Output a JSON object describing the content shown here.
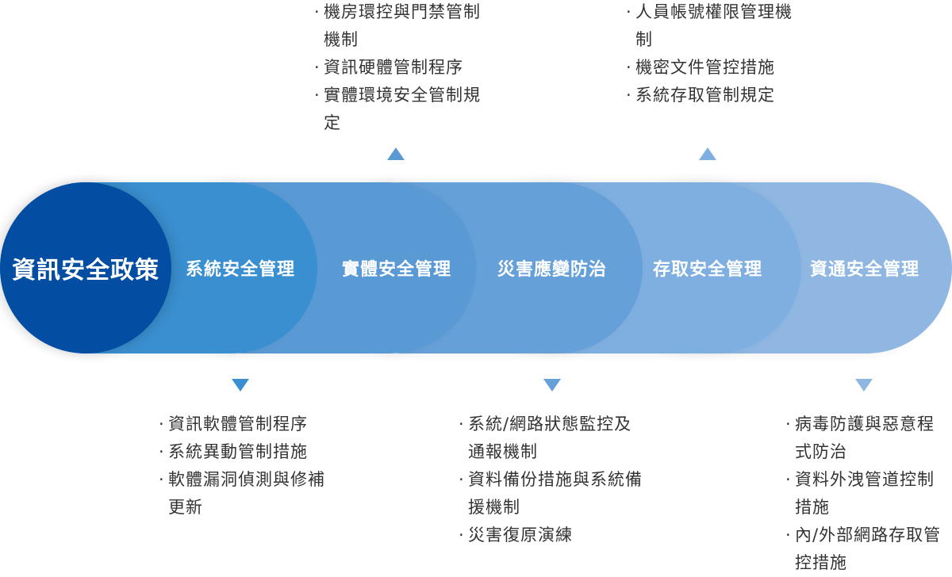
{
  "policy": {
    "label": "資訊安全政策"
  },
  "stages": [
    {
      "label": "系統安全管理",
      "color": "#3a8fd0"
    },
    {
      "label": "實體安全管理",
      "color": "#5a9ad4"
    },
    {
      "label": "災害應變防治",
      "color": "#66a0d8"
    },
    {
      "label": "存取安全管理",
      "color": "#7fafe0"
    },
    {
      "label": "資通安全管理",
      "color": "#8fb7e2"
    }
  ],
  "policy_color": "#034ea2",
  "lists": {
    "system": [
      "資訊軟體管制程序",
      "系統異動管制措施",
      "軟體漏洞偵測與修補更新"
    ],
    "physical": [
      "機房環控與門禁管制機制",
      "資訊硬體管制程序",
      "實體環境安全管制規定"
    ],
    "disaster": [
      "系統/網路狀態監控及通報機制",
      "資料備份措施與系統備援機制",
      "災害復原演練"
    ],
    "access": [
      "人員帳號權限管理機制",
      "機密文件管控措施",
      "系統存取管制規定"
    ],
    "cyber": [
      "病毒防護與惡意程式防治",
      "資料外洩管道控制措施",
      "內/外部網路存取管控措施"
    ]
  }
}
